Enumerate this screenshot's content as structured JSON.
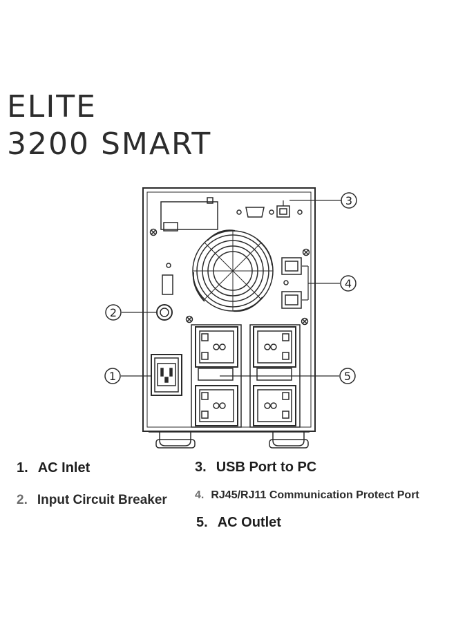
{
  "product": {
    "title_line1": "ELITE",
    "title_line2": "3200 SMART"
  },
  "callouts": [
    "3",
    "2",
    "4",
    "1",
    "5"
  ],
  "legend": [
    {
      "num": "1.",
      "label": "AC Inlet"
    },
    {
      "num": "2.",
      "label": "Input Circuit Breaker"
    },
    {
      "num": "3.",
      "label": "USB Port to PC"
    },
    {
      "num": "4.",
      "label": "RJ45/RJ11 Communication Protect Port"
    },
    {
      "num": "5.",
      "label": "AC Outlet"
    }
  ],
  "colors": {
    "line": "#2a2a2a",
    "text": "#1d1d1d"
  }
}
